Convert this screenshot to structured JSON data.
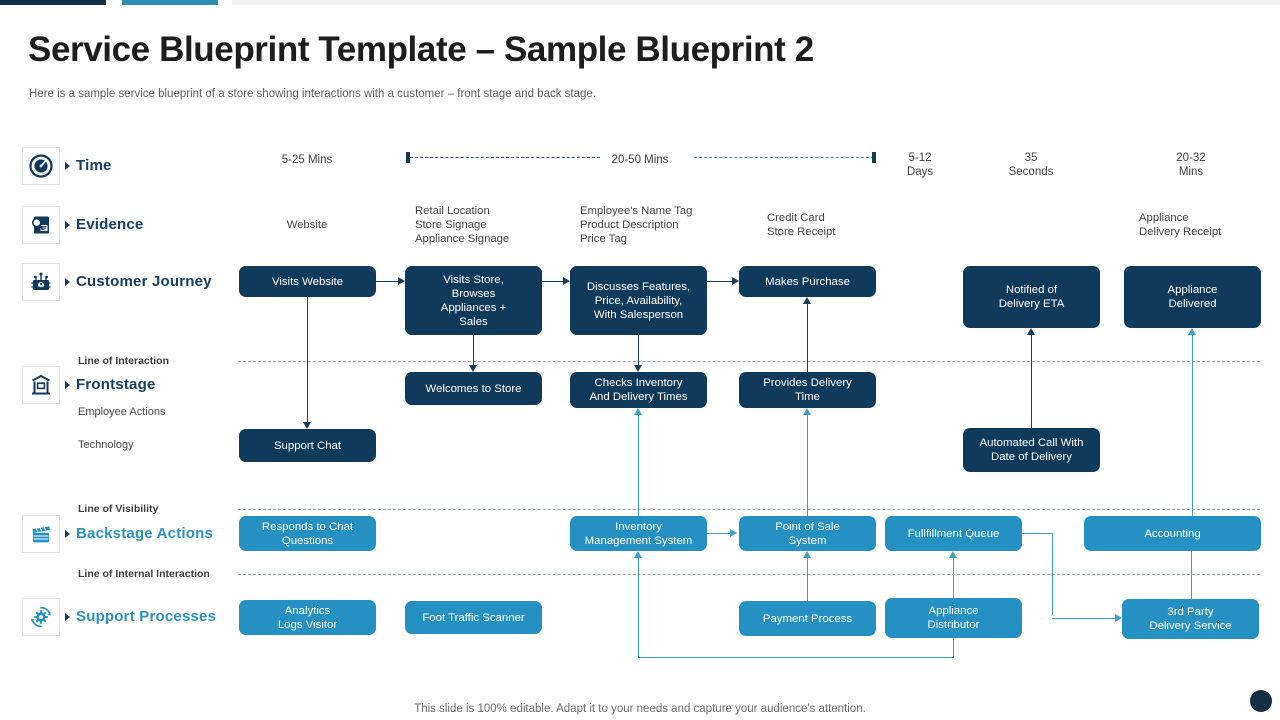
{
  "header": {
    "title": "Service Blueprint Template – Sample Blueprint 2",
    "subtitle": "Here is a sample service blueprint of a store showing interactions with a customer – front stage and back stage."
  },
  "footer": {
    "note": "This slide is 100% editable. Adapt it to your needs and capture your audience's attention."
  },
  "colors": {
    "navy": "#103a5c",
    "teal": "#2591c2",
    "title": "#1d1d1d",
    "rail_label": "#173d63",
    "rail_label_teal": "#2b92c0",
    "accent_bar_dark": "#132f45",
    "accent_bar_teal": "#2f8fb3",
    "connector_navy": "#173d5e",
    "connector_teal": "#3c9ec4"
  },
  "rail": {
    "rows": [
      {
        "label": "Time",
        "icon": "stopwatch-icon",
        "style": "navy"
      },
      {
        "label": "Evidence",
        "icon": "document-search-icon",
        "style": "navy"
      },
      {
        "label": "Customer Journey",
        "icon": "customer-journey-icon",
        "style": "navy"
      },
      {
        "label": "Frontstage",
        "icon": "storefront-icon",
        "style": "navy"
      },
      {
        "label": "Backstage Actions",
        "icon": "clapperboard-icon",
        "style": "teal"
      },
      {
        "label": "Support Processes",
        "icon": "gear-cycle-icon",
        "style": "teal"
      }
    ],
    "sub_labels": [
      "Employee Actions",
      "Technology"
    ],
    "divider_labels": [
      "Line of Interaction",
      "Line of Visibility",
      "Line of Internal Interaction"
    ]
  },
  "time_row": {
    "labels": [
      {
        "text": "5-25 Mins"
      },
      {
        "text": "20-50 Mins"
      },
      {
        "text": "5-12\nDays"
      },
      {
        "text": "35\nSeconds"
      },
      {
        "text": "20-32\nMins"
      }
    ]
  },
  "evidence_row": {
    "items": [
      {
        "text": "Website"
      },
      {
        "text": "Retail Location\nStore Signage\nAppliance Signage"
      },
      {
        "text": "Employee's Name Tag\nProduct Description\nPrice Tag"
      },
      {
        "text": "Credit Card\nStore Receipt"
      },
      {
        "text": "Appliance\nDelivery Receipt"
      }
    ]
  },
  "customer_journey": {
    "nodes": [
      {
        "text": "Visits Website"
      },
      {
        "text": "Visits Store,\nBrowses\nAppliances +\nSales"
      },
      {
        "text": "Discusses Features,\nPrice, Availability,\nWith Salesperson"
      },
      {
        "text": "Makes Purchase"
      },
      {
        "text": "Notified of\nDelivery ETA"
      },
      {
        "text": "Appliance\nDelivered"
      }
    ]
  },
  "frontstage": {
    "nodes": [
      {
        "text": "Welcomes to Store"
      },
      {
        "text": "Checks Inventory\nAnd Delivery Times"
      },
      {
        "text": "Provides Delivery\nTime"
      },
      {
        "text": "Support Chat"
      },
      {
        "text": "Automated Call With\nDate of Delivery"
      }
    ]
  },
  "backstage": {
    "nodes": [
      {
        "text": "Responds to Chat\nQuestions"
      },
      {
        "text": "Inventory\nManagement System"
      },
      {
        "text": "Point of Sale\nSystem"
      },
      {
        "text": "Fullfillment Queue"
      },
      {
        "text": "Accounting"
      }
    ]
  },
  "support_processes": {
    "nodes": [
      {
        "text": "Analytics\nLogs Visitor"
      },
      {
        "text": "Foot Traffic Scanner"
      },
      {
        "text": "Payment Process"
      },
      {
        "text": "Appliance\nDistributor"
      },
      {
        "text": "3rd Party\nDelivery Service"
      }
    ]
  }
}
